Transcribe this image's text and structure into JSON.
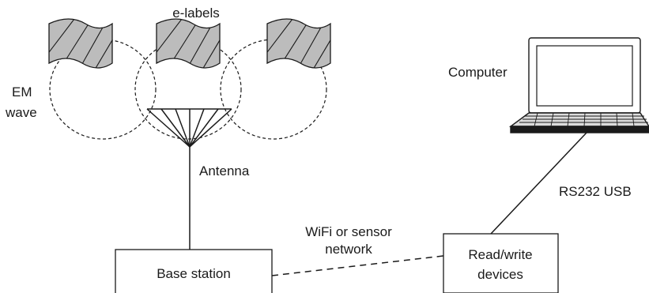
{
  "labels": {
    "e_labels": "e-labels",
    "em": "EM",
    "wave": "wave",
    "antenna": "Antenna",
    "computer": "Computer",
    "rs232_usb": "RS232 USB",
    "wifi_line1": "WiFi or sensor",
    "wifi_line2": "network",
    "base_station": "Base station",
    "rw_line1": "Read/write",
    "rw_line2": "devices"
  },
  "colors": {
    "stroke": "#1a1a1a",
    "tag_fill": "#bcbcbc",
    "screen_fill": "#ffffff",
    "keyboard_fill": "#dcdcdc"
  },
  "icons": {
    "tag": "e-label-tag-icon",
    "antenna": "antenna-icon",
    "laptop": "laptop-computer-icon"
  }
}
